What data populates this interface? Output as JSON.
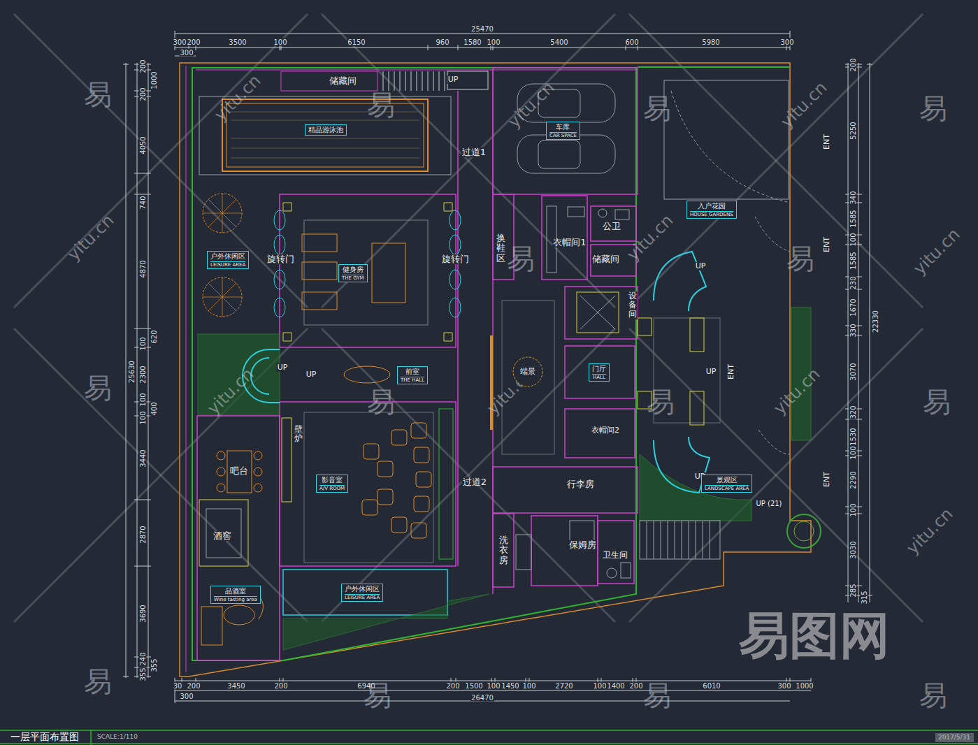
{
  "diagram": {
    "title": "一层平面布置图",
    "nodes": [
      {
        "text": [
          "精品游泳池"
        ]
      },
      {
        "text": [
          "车库",
          "CAR SPACE"
        ]
      },
      {
        "text": [
          "入户花园",
          "HOUSE GARDENS"
        ]
      },
      {
        "text": [
          "户外休闲区",
          "LEISURE AREA"
        ]
      },
      {
        "text": [
          "健身房",
          "THE GYM"
        ]
      },
      {
        "text": [
          "端景"
        ]
      },
      {
        "text": [
          "前室",
          "THE HALL"
        ]
      },
      {
        "text": [
          "门厅",
          "HALL"
        ]
      },
      {
        "text": [
          "影音室",
          "A/V ROOM"
        ]
      },
      {
        "text": [
          "景观区",
          "LANDSCAPE AREA"
        ]
      },
      {
        "text": [
          "品酒室",
          "Wine tasting area"
        ]
      },
      {
        "text": [
          "户外休闲区",
          "LEISURE AREA"
        ]
      }
    ],
    "labels": [
      "储藏间",
      "UP",
      "过道1",
      "旋转门",
      "旋转门",
      "换鞋区",
      "衣帽间1",
      "公卫",
      "储藏间",
      "设备间",
      "UP",
      "ENT",
      "ENT",
      "UP",
      "UP",
      "UP",
      "ENT",
      "壁炉",
      "衣帽间2",
      "吧台",
      "过道2",
      "行李房",
      "UP",
      "ENT",
      "UP (21)",
      "酒窖",
      "洗衣房",
      "保姆房",
      "卫生间",
      "SCALE:1/110",
      "2017/5/31",
      "25470",
      "300",
      "200",
      "3500",
      "100",
      "6150",
      "960",
      "1580",
      "100",
      "5400",
      "600",
      "5980",
      "300",
      "300",
      "30",
      "200",
      "3450",
      "200",
      "6940",
      "200",
      "1500",
      "100",
      "1450",
      "100",
      "2720",
      "100",
      "1400",
      "200",
      "6010",
      "300",
      "1000",
      "300",
      "26470",
      "200",
      "1000",
      "200",
      "4050",
      "740",
      "4870",
      "620",
      "100",
      "2300",
      "100",
      "400",
      "100",
      "3440",
      "2870",
      "3690",
      "240",
      "355",
      "355",
      "25630",
      "200",
      "5250",
      "340",
      "1585",
      "100",
      "1585",
      "230",
      "1670",
      "330",
      "3070",
      "320",
      "1530",
      "100",
      "2290",
      "100",
      "3030",
      "285",
      "315",
      "22330",
      "易",
      "易",
      "易",
      "易",
      "易",
      "易",
      "易",
      "易",
      "易",
      "易",
      "易",
      "易",
      "易",
      "易",
      "yitu.cn",
      "yitu.cn",
      "yitu.cn",
      "yitu.cn",
      "yitu.cn",
      "yitu.cn",
      "yitu.cn",
      "yitu.cn",
      "yitu.cn",
      "yitu.cn",
      "易图网"
    ]
  }
}
